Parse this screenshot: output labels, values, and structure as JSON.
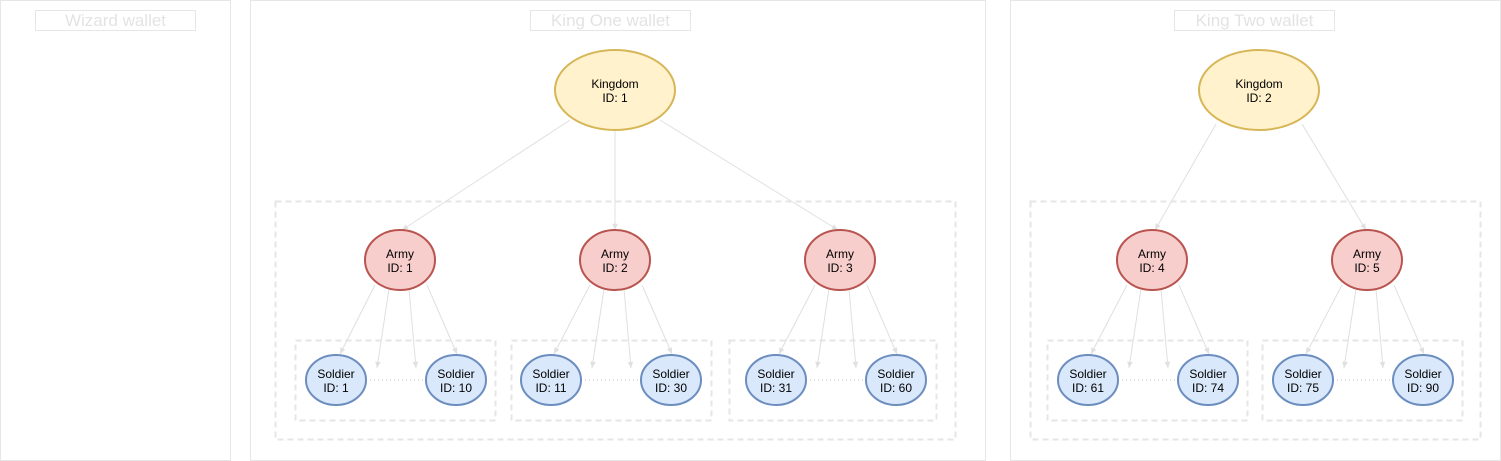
{
  "wallets": [
    {
      "title": "Wizard wallet"
    },
    {
      "title": "King One wallet"
    },
    {
      "title": "King Two wallet"
    }
  ],
  "kingdoms": [
    {
      "line1": "Kingdom",
      "line2": "ID: 1"
    },
    {
      "line1": "Kingdom",
      "line2": "ID: 2"
    }
  ],
  "armies": [
    {
      "line1": "Army",
      "line2": "ID: 1"
    },
    {
      "line1": "Army",
      "line2": "ID: 2"
    },
    {
      "line1": "Army",
      "line2": "ID: 3"
    },
    {
      "line1": "Army",
      "line2": "ID: 4"
    },
    {
      "line1": "Army",
      "line2": "ID: 5"
    }
  ],
  "soldiers": [
    {
      "line1": "Soldier",
      "line2": "ID: 1"
    },
    {
      "line1": "Soldier",
      "line2": "ID: 10"
    },
    {
      "line1": "Soldier",
      "line2": "ID: 11"
    },
    {
      "line1": "Soldier",
      "line2": "ID: 30"
    },
    {
      "line1": "Soldier",
      "line2": "ID: 31"
    },
    {
      "line1": "Soldier",
      "line2": "ID: 60"
    },
    {
      "line1": "Soldier",
      "line2": "ID: 61"
    },
    {
      "line1": "Soldier",
      "line2": "ID: 74"
    },
    {
      "line1": "Soldier",
      "line2": "ID: 75"
    },
    {
      "line1": "Soldier",
      "line2": "ID: 90"
    }
  ],
  "colors": {
    "kingdom_fill": "#fff2cc",
    "kingdom_stroke": "#d6b656",
    "army_fill": "#f8cecc",
    "army_stroke": "#b85450",
    "soldier_fill": "#dae8fc",
    "soldier_stroke": "#6c8ebf",
    "panel_border": "#e6e6e6",
    "edge": "#e0e0e0"
  }
}
